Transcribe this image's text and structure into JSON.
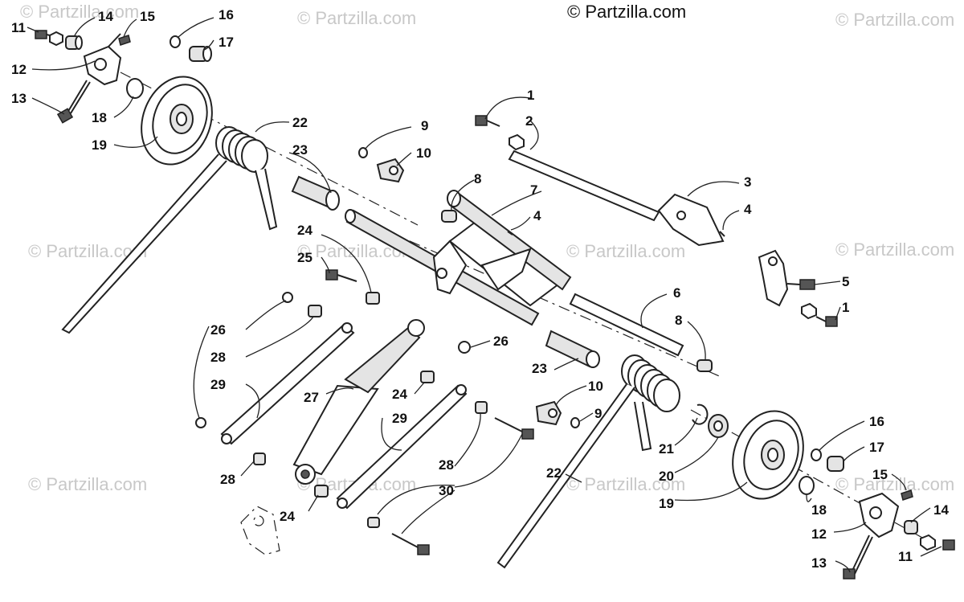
{
  "copyright": "© Partzilla.com",
  "watermark": "© Partzilla.com",
  "callouts": {
    "n1": "1",
    "n2": "2",
    "n3": "3",
    "n4": "4",
    "n5": "5",
    "n6": "6",
    "n7": "7",
    "n8": "8",
    "n9": "9",
    "n10": "10",
    "n11": "11",
    "n12": "12",
    "n13": "13",
    "n14": "14",
    "n15": "15",
    "n16": "16",
    "n17": "17",
    "n18": "18",
    "n19": "19",
    "n20": "20",
    "n21": "21",
    "n22": "22",
    "n23": "23",
    "n24": "24",
    "n25": "25",
    "n26": "26",
    "n27": "27",
    "n28": "28",
    "n29": "29",
    "n30": "30"
  }
}
